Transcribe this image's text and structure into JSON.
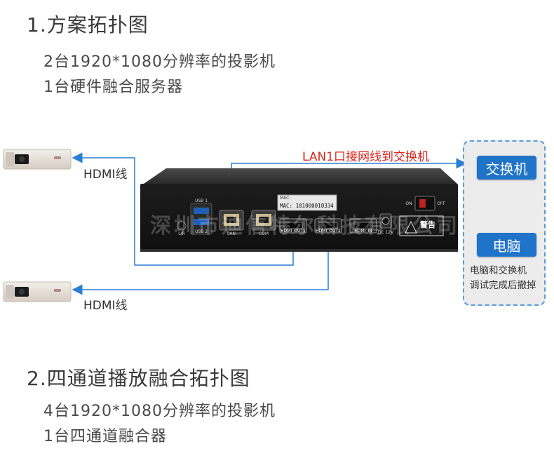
{
  "section1": {
    "title": "1.方案拓扑图",
    "lines": [
      "2台1920*1080分辨率的投影机",
      "1台硬件融合服务器"
    ]
  },
  "section2": {
    "title": "2.四通道播放融合拓扑图",
    "lines": [
      "4台1920*1080分辨率的投影机",
      "1台四通道融合器"
    ]
  },
  "diagram": {
    "lan_label": "LAN1口接网线到交换机",
    "hdmi_label_top": "HDMI线",
    "hdmi_label_bottom": "HDMI线",
    "switch_label": "交换机",
    "pc_label": "电脑",
    "note_line1": "电脑和交换机",
    "note_line2": "调试完成后撤掉",
    "watermark": "深圳市迪信特尔科技有限公司",
    "device": {
      "usb1": "USB 1",
      "usb2": "USB 2",
      "lr": "L/R",
      "lan": "LAN",
      "com": "COM",
      "mac_title": "MAC:",
      "mac_value": "MAC: 101000010334",
      "hdmi_out1": "HDMI_OUT1",
      "hdmi_out2": "HDMI_OUT2",
      "hdmi_in": "HDMI_IN",
      "dc": "DC 12V",
      "on": "ON",
      "off": "OFF",
      "warning": "警告"
    },
    "colors": {
      "line_blue": "#2a7fd4",
      "button_blue": "#1f73c9",
      "lan_red": "#d9261c",
      "panel_border": "#5b9bd9",
      "panel_bg": "#ececec"
    }
  }
}
